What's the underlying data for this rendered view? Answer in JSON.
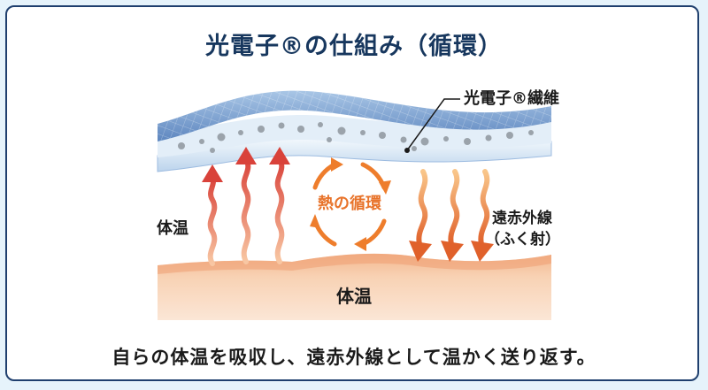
{
  "title": "光電子®の仕組み（循環）",
  "labels": {
    "fiber": "光電子®繊維",
    "body_temp_left": "体温",
    "heat_cycle": "熱の循環",
    "far_infrared_line1": "遠赤外線",
    "far_infrared_line2": "（ふく射）",
    "skin": "体温"
  },
  "caption": "自らの体温を吸収し、遠赤外線として温かく送り返す。",
  "colors": {
    "frame": "#1f3f6e",
    "title": "#17375e",
    "fabric_top": "#5d86bf",
    "fabric_light": "#c7dcef",
    "arrow_red": "#d9423a",
    "arrow_orange": "#ee7d2c",
    "skin": "#f6c9a4"
  },
  "icons": [
    "heat-up-arrow",
    "radiation-down-arrow",
    "circular-cycle-arrow"
  ]
}
